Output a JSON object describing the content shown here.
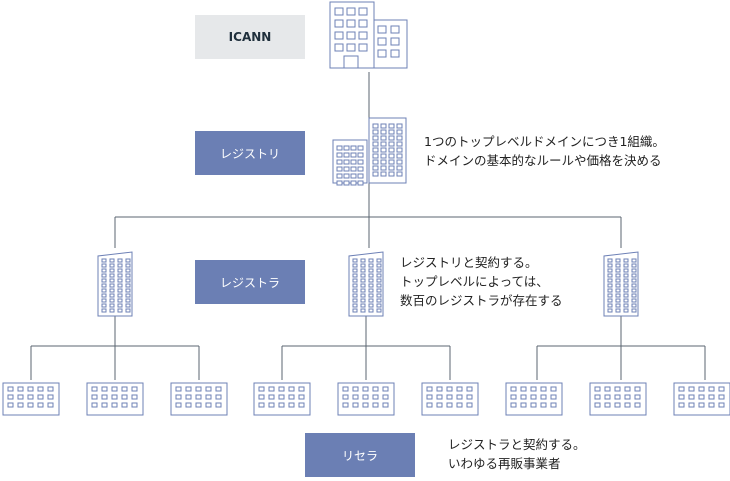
{
  "tiers": {
    "icann": {
      "label": "ICANN"
    },
    "registry": {
      "label": "レジストリ",
      "desc_line1": "1つのトップレベルドメインにつき1組織。",
      "desc_line2": "ドメインの基本的なルールや価格を決める"
    },
    "registrar": {
      "label": "レジストラ",
      "desc_line1": "レジストリと契約する。",
      "desc_line2": "トップレベルによっては、",
      "desc_line3": "数百のレジストラが存在する"
    },
    "reseller": {
      "label": "リセラ",
      "desc_line1": "レジストラと契約する。",
      "desc_line2": "いわゆる再販事業者"
    }
  },
  "icons": {
    "top": "office-building-icon",
    "registry": "twin-tower-building-icon",
    "registrar": "tall-building-icon",
    "reseller": "low-building-icon"
  },
  "colors": {
    "line": "#5b6570",
    "icon_stroke": "#6d80b6",
    "label_blue": "#6b7fb4",
    "label_gray": "#e6e8ea"
  }
}
